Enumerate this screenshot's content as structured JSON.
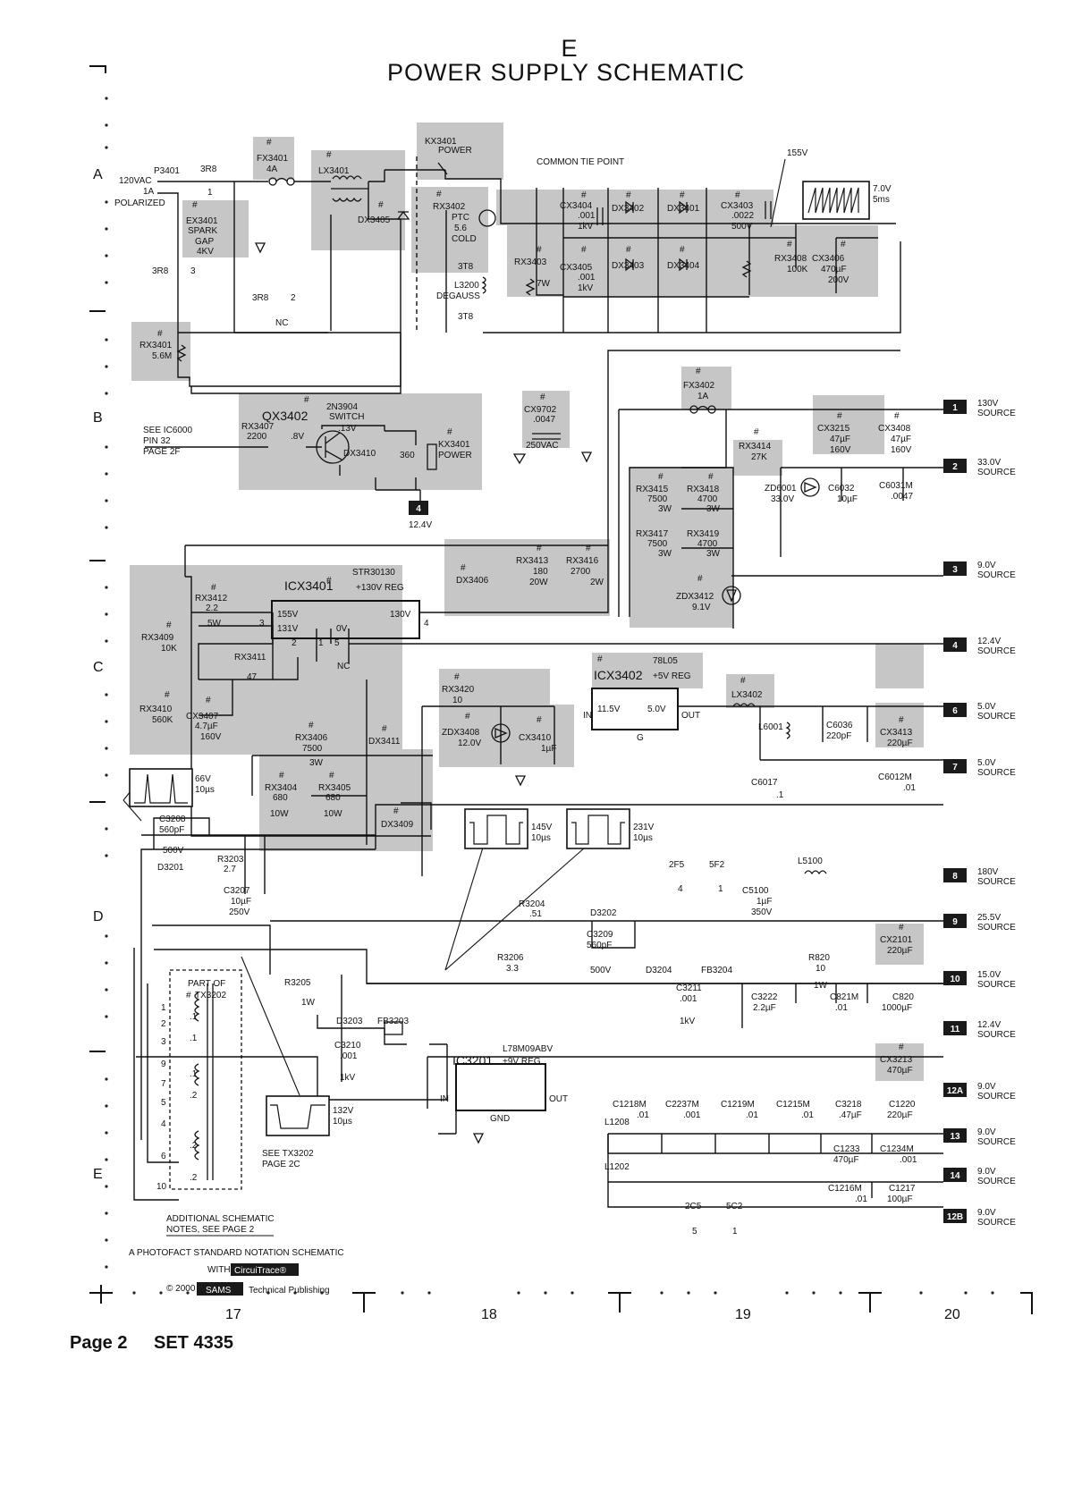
{
  "title": "POWER SUPPLY SCHEMATIC",
  "sheet_letter": "E",
  "footer": {
    "page": "Page 2",
    "set": "SET 4335",
    "additional": "ADDITIONAL SCHEMATIC",
    "additional2": "NOTES, SEE PAGE 2",
    "notation": "A PHOTOFACT STANDARD NOTATION SCHEMATIC",
    "with": "WITH",
    "circuittrace": "CircuiTrace®",
    "copyright": "© 2000",
    "sams": "SAMS",
    "publisher": "Technical Publishing"
  },
  "grid": {
    "rows": [
      "A",
      "B",
      "C",
      "D",
      "E"
    ],
    "cols": [
      "17",
      "18",
      "19",
      "20"
    ]
  },
  "sources": [
    {
      "num": "1",
      "voltage": "130V",
      "label": "SOURCE"
    },
    {
      "num": "2",
      "voltage": "33.0V",
      "label": "SOURCE"
    },
    {
      "num": "3",
      "voltage": "9.0V",
      "label": "SOURCE"
    },
    {
      "num": "4",
      "voltage": "12.4V",
      "label": "SOURCE"
    },
    {
      "num": "6",
      "voltage": "5.0V",
      "label": "SOURCE"
    },
    {
      "num": "7",
      "voltage": "5.0V",
      "label": "SOURCE"
    },
    {
      "num": "8",
      "voltage": "180V",
      "label": "SOURCE"
    },
    {
      "num": "9",
      "voltage": "25.5V",
      "label": "SOURCE"
    },
    {
      "num": "10",
      "voltage": "15.0V",
      "label": "SOURCE"
    },
    {
      "num": "11",
      "voltage": "12.4V",
      "label": "SOURCE"
    },
    {
      "num": "12A",
      "voltage": "9.0V",
      "label": "SOURCE"
    },
    {
      "num": "13",
      "voltage": "9.0V",
      "label": "SOURCE"
    },
    {
      "num": "14",
      "voltage": "9.0V",
      "label": "SOURCE"
    },
    {
      "num": "12B",
      "voltage": "9.0V",
      "label": "SOURCE"
    }
  ],
  "labels": {
    "p3401": "P3401",
    "vac": "120VAC",
    "a1": "1A",
    "polarized": "POLARIZED",
    "r3r8": "3R8",
    "n1": "1",
    "fx3401": "FX3401",
    "a4": "4A",
    "lx3401": "LX3401",
    "ex3401": "EX3401",
    "spark": "SPARK",
    "gap": "GAP",
    "kv4": "4KV",
    "r3r8b": "3R8",
    "n3": "3",
    "r3r8c": "3R8",
    "n2": "2",
    "nc": "NC",
    "rx3401": "RX3401",
    "m56": "5.6M",
    "dx3405": "DX3405",
    "kx3401": "KX3401",
    "power": "POWER",
    "rx3402": "RX3402",
    "ptc": "PTC",
    "p56": "5.6",
    "cold": "COLD",
    "t3t8": "3T8",
    "l3200": "L3200",
    "degauss": "DEGAUSS",
    "t3t8b": "3T8",
    "common": "COMMON TIE POINT",
    "cx3404": "CX3404",
    "c001": ".001",
    "kv1": "1kV",
    "dx3402": "DX3402",
    "dx3401": "DX3401",
    "cx3403": "CX3403",
    "c0022": ".0022",
    "v500": "500V",
    "rx3403": "RX3403",
    "w7": "7W",
    "cx3405": "CX3405",
    "c001b": ".001",
    "kv1b": "1kV",
    "dx3403": "DX3403",
    "dx3404": "DX3404",
    "v155": "155V",
    "wave1a": "7.0V",
    "wave1b": "5ms",
    "rx3408": "RX3408",
    "k100": "100K",
    "cx3406": "CX3406",
    "uf470": "470µF",
    "v200": "200V",
    "qx3402": "QX3402",
    "n2n3904": "2N3904",
    "switch": "SWITCH",
    "rx3407": "RX3407",
    "r2200": "2200",
    "v8": ".8V",
    "v13": ".13V",
    "dx3410": "DX3410",
    "r360": "360",
    "seeic": "SEE IC6000",
    "pin32": "PIN 32",
    "page2f": "PAGE 2F",
    "cx9702": "CX9702",
    "c0047": ".0047",
    "v250ac": "250VAC",
    "v124": "12.4V",
    "fx3402": "FX3402",
    "a1b": "1A",
    "rx3414": "RX3414",
    "k27": "27K",
    "cx3215": "CX3215",
    "uf47": "47µF",
    "v160": "160V",
    "cx3408": "CX3408",
    "uf47b": "47µF",
    "v160b": "160V",
    "rx3415": "RX3415",
    "r7500": "7500",
    "w3": "3W",
    "rx3418": "RX3418",
    "r4700": "4700",
    "w3b": "3W",
    "rx3417": "RX3417",
    "r7500b": "7500",
    "w3c": "3W",
    "rx3419": "RX3419",
    "r4700b": "4700",
    "w3d": "3W",
    "zd6001": "ZD6001",
    "v33": "33.0V",
    "c6032": "C6032",
    "uf10": "10µF",
    "c6031": "C6031M",
    "c0047b": ".0047",
    "zdx3412": "ZDX3412",
    "v91": "9.1V",
    "str": "STR30130",
    "icx3401": "ICX3401",
    "reg130": "+130V REG",
    "rx3412": "RX3412",
    "r22": "2.2",
    "w5": "5W",
    "p155": "155V",
    "p130": "130V",
    "p131": "131V",
    "p0v": "0V",
    "pin3": "3",
    "pin2": "2",
    "pin1": "1",
    "pin5": "5",
    "pin4": "4",
    "nc2": "NC",
    "rx3409": "RX3409",
    "k10": "10K",
    "rx3411": "RX3411",
    "r47": "47",
    "dx3406": "DX3406",
    "rx3413": "RX3413",
    "r180": "180",
    "w20": "20W",
    "rx3416": "RX3416",
    "r2700": "2700",
    "w2": "2W",
    "rx3410": "RX3410",
    "k560": "560K",
    "cx3407": "CX3407",
    "uf47c": "4.7µF",
    "v160c": "160V",
    "rx3406": "RX3406",
    "r7500c": "7500",
    "w3e": "3W",
    "dx3411": "DX3411",
    "rx3404": "RX3404",
    "r680": "680",
    "w10": "10W",
    "rx3405": "RX3405",
    "r680b": "680",
    "w10b": "10W",
    "dx3409": "DX3409",
    "wave2a": "66V",
    "wave2b": "10µs",
    "rx3420": "RX3420",
    "r10": "10",
    "zdx3408": "ZDX3408",
    "v12": "12.0V",
    "cx3410": "CX3410",
    "uf1": "1µF",
    "icx3402": "ICX3402",
    "l78l05": "78L05",
    "reg5": "+5V REG",
    "in": "IN",
    "out": "OUT",
    "v115": "11.5V",
    "v50": "5.0V",
    "g": "G",
    "lx3402": "LX3402",
    "l6001": "L6001",
    "c6036": "C6036",
    "pf220": "220pF",
    "cx3413": "CX3413",
    "uf220": "220µF",
    "c6017": "C6017",
    "c1": ".1",
    "c6012": "C6012M",
    "c01": ".01",
    "c3208": "C3208",
    "pf560": "560pF",
    "v500b": "500V",
    "d3201": "D3201",
    "r3203": "R3203",
    "r27": "2.7",
    "c3207": "C3207",
    "uf10b": "10µF",
    "v250": "250V",
    "wave3a": "145V",
    "wave3b": "10µs",
    "wave4a": "231V",
    "wave4b": "10µs",
    "f2f5": "2F5",
    "f5f2": "5F2",
    "n4": "4",
    "n1b": "1",
    "l5100": "L5100",
    "c5100": "C5100",
    "uf1b": "1µF",
    "v350": "350V",
    "r3204": "R3204",
    "r51": ".51",
    "d3202": "D3202",
    "c3209": "C3209",
    "pf560b": "560pF",
    "v500c": "500V",
    "cx2101": "CX2101",
    "uf220b": "220µF",
    "r3206": "R3206",
    "r33": "3.3",
    "d3204": "D3204",
    "fb3204": "FB3204",
    "c3211": "C3211",
    "c001c": ".001",
    "kv1c": "1kV",
    "c3222": "C3222",
    "uf22": "2.2µF",
    "r820": "R820",
    "r10b": "10",
    "w1": "1W",
    "c821": "C821M",
    "c01b": ".01",
    "c820": "C820",
    "uf1000": "1000µF",
    "partof": "PART OF",
    "tx3202": "TX3202",
    "r3205": "R3205",
    "w1b": "1W",
    "d3203": "D3203",
    "fb3203": "FB3203",
    "c3210": "C3210",
    "c001d": ".001",
    "kv1d": "1kV",
    "cx3213": "CX3213",
    "uf470b": "470µF",
    "l78m09": "L78M09ABV",
    "ic3201": "IC3201",
    "reg9": "+9V REG",
    "in2": "IN",
    "out2": "OUT",
    "gnd": "GND",
    "c1218": "C1218M",
    "c01c": ".01",
    "c2237": "C2237M",
    "c001e": ".001",
    "c1219": "C1219M",
    "c01d": ".01",
    "c1215": "C1215M",
    "c01e": ".01",
    "c3218": "C3218",
    "uf47d": ".47µF",
    "c1220": "C1220",
    "uf220c": "220µF",
    "l1208": "L1208",
    "c1233": "C1233",
    "uf470c": "470µF",
    "c1234": "C1234M",
    "c001f": ".001",
    "l1202": "L1202",
    "c1216": "C1216M",
    "c01f": ".01",
    "c1217": "C1217",
    "uf100": "100µF",
    "c2c5": "2C5",
    "c5c2": "5C2",
    "n5": "5",
    "n1c": "1",
    "wave5a": "132V",
    "wave5b": "10µs",
    "seetx": "SEE TX3202",
    "page2c": "PAGE 2C",
    "tn1": "1",
    "tn2": "2",
    "tn3": "3",
    "tn9": "9",
    "tn7": "7",
    "tn5": "5",
    "tn4": "4",
    "tn6": "6",
    "tn10": "10",
    "tc1": ".1",
    "tc1b": ".1",
    "tc1c": ".1",
    "tc2": ".2",
    "tc2b": ".2",
    "tc2c": ".2",
    "hash": "#"
  }
}
